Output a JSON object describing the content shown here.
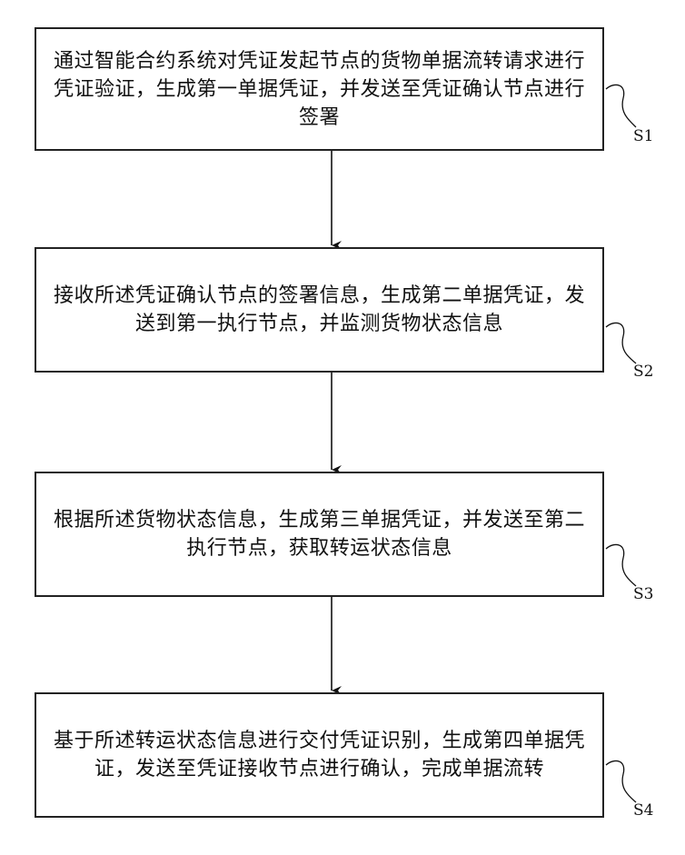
{
  "steps": [
    {
      "id": "S1",
      "text": "通过智能合约系统对凭证发起节点的货物单据流转请求进行凭证验证，生成第一单据凭证，并发送至凭证确认节点进行签署"
    },
    {
      "id": "S2",
      "text": "接收所述凭证确认节点的签署信息，生成第二单据凭证，发送到第一执行节点，并监测货物状态信息"
    },
    {
      "id": "S3",
      "text": "根据所述货物状态信息，生成第三单据凭证，并发送至第二执行节点，获取转运状态信息"
    },
    {
      "id": "S4",
      "text": "基于所述转运状态信息进行交付凭证识别，生成第四单据凭证，发送至凭证接收节点进行确认，完成单据流转"
    }
  ]
}
